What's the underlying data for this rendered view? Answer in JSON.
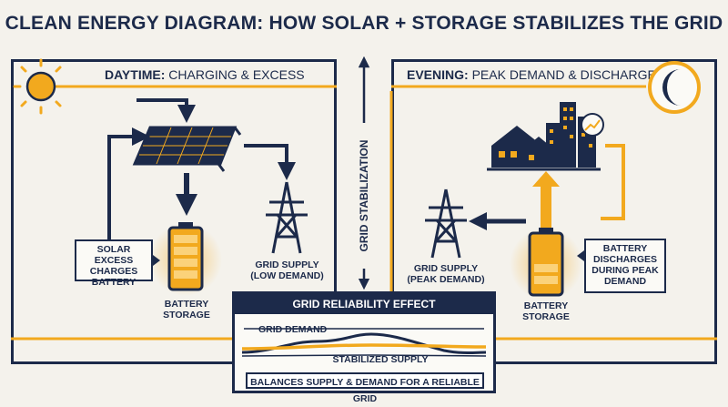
{
  "title": "CLEAN ENERGY DIAGRAM: HOW SOLAR + STORAGE STABILIZES THE GRID",
  "day": {
    "heading_bold": "DAYTIME:",
    "heading_rest": " CHARGING & EXCESS",
    "callout": [
      "SOLAR EXCESS",
      "CHARGES",
      "BATTERY"
    ],
    "battery_label": [
      "BATTERY",
      "STORAGE"
    ],
    "grid_label": [
      "GRID SUPPLY",
      "(LOW DEMAND)"
    ]
  },
  "evening": {
    "heading_bold": "EVENING:",
    "heading_rest": " PEAK DEMAND & DISCHARGE",
    "callout": [
      "BATTERY",
      "DISCHARGES",
      "DURING PEAK",
      "DEMAND"
    ],
    "battery_label": [
      "BATTERY",
      "STORAGE"
    ],
    "grid_label": [
      "GRID SUPPLY",
      "(PEAK DEMAND)"
    ]
  },
  "center": {
    "vertical_label": "GRID STABILIZATION"
  },
  "reliability": {
    "heading": "GRID RELIABILITY EFFECT",
    "demand_label": "GRID DEMAND",
    "supply_label": "STABILIZED SUPPLY",
    "footer": "BALANCES SUPPLY & DEMAND FOR A RELIABLE GRID"
  },
  "colors": {
    "navy": "#1c2a4a",
    "amber": "#f2a91e",
    "background": "#f4f2ec"
  },
  "icons": [
    "sun-icon",
    "moon-icon",
    "solar-panel-icon",
    "battery-icon",
    "transmission-tower-icon",
    "city-houses-icon",
    "rising-chart-icon"
  ]
}
